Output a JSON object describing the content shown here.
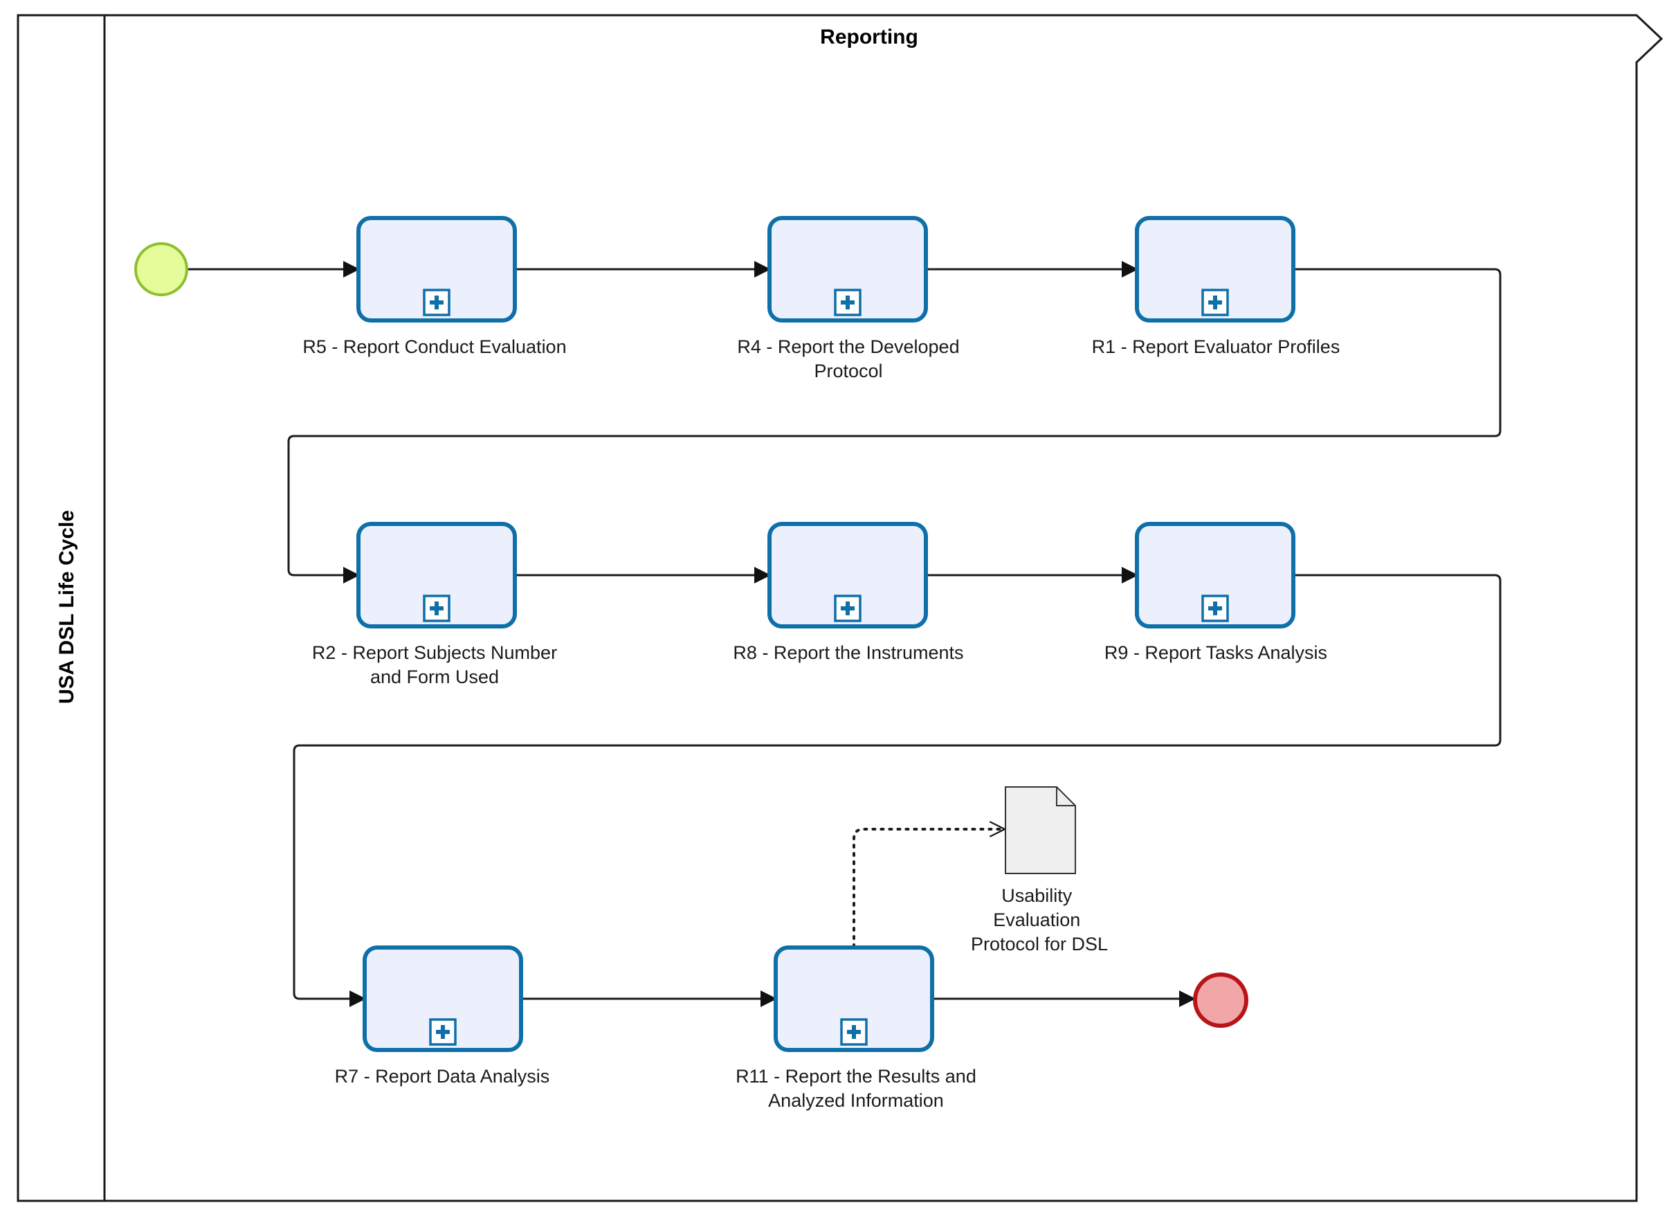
{
  "pool": {
    "name": "USA DSL Life Cycle",
    "lane_title": "Reporting"
  },
  "tasks": [
    {
      "id": "r5",
      "label_lines": [
        "R5 - Report Conduct Evaluation"
      ]
    },
    {
      "id": "r4",
      "label_lines": [
        "R4 - Report the Developed",
        "Protocol"
      ]
    },
    {
      "id": "r1",
      "label_lines": [
        "R1 - Report Evaluator Profiles"
      ]
    },
    {
      "id": "r2",
      "label_lines": [
        "R2 - Report Subjects Number",
        "and Form Used"
      ]
    },
    {
      "id": "r8",
      "label_lines": [
        "R8 - Report the Instruments"
      ]
    },
    {
      "id": "r9",
      "label_lines": [
        "R9 - Report Tasks Analysis"
      ]
    },
    {
      "id": "r7",
      "label_lines": [
        "R7 - Report Data Analysis"
      ]
    },
    {
      "id": "r11",
      "label_lines": [
        "R11 - Report the Results and",
        "Analyzed Information"
      ]
    }
  ],
  "artifact": {
    "label_lines": [
      "Usability",
      "Evaluation",
      "Protocol for DSL"
    ]
  },
  "events": {
    "start": {
      "fill": "#e6fb9a",
      "stroke": "#8ebf2e"
    },
    "end": {
      "fill": "#f1a7a7",
      "stroke": "#b8141a"
    }
  },
  "colors": {
    "task_fill": "#ecf0fd",
    "task_stroke": "#0f6fa8"
  }
}
